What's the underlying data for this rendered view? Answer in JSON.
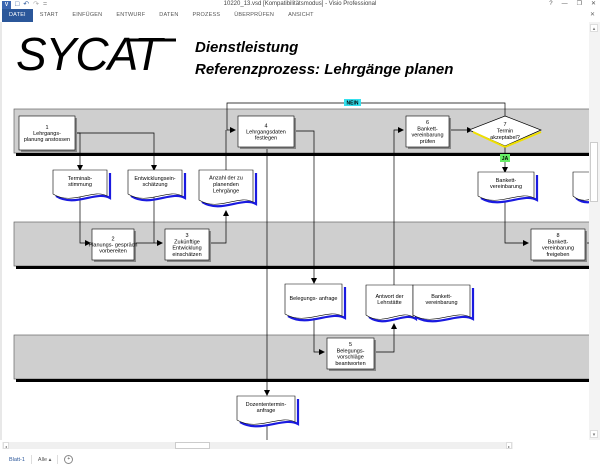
{
  "window": {
    "title": "10220_13.vsd [Kompatibilitätsmodus] - Visio Professional",
    "controls": [
      "?",
      "—",
      "❐",
      "✕"
    ],
    "ribbon_close": "✕"
  },
  "quick_access": [
    "visio-app-icon",
    "save-icon",
    "undo-icon",
    "redo-icon",
    "customize-icon"
  ],
  "ribbon_tabs": [
    "DATEI",
    "START",
    "EINFÜGEN",
    "ENTWURF",
    "DATEN",
    "PROZESS",
    "ÜBERPRÜFEN",
    "ANSICHT"
  ],
  "diagram": {
    "logo": "SYCAT",
    "title_line1": "Dienstleistung",
    "title_line2": "Referenzprozess: Lehrgänge planen",
    "labels": {
      "no": "NEIN",
      "yes": "JA"
    },
    "processes": [
      {
        "num": "1",
        "lines": [
          "Lehrgangs-",
          "planung anstossen"
        ]
      },
      {
        "num": "2",
        "lines": [
          "Planungs- gespräch",
          "vorbereiten"
        ]
      },
      {
        "num": "3",
        "lines": [
          "Zukünftige",
          "Entwicklung",
          "einschätzen"
        ]
      },
      {
        "num": "4",
        "lines": [
          "Lehrgangsdaten",
          "festlegen"
        ]
      },
      {
        "num": "5",
        "lines": [
          "Belegungs-",
          "vorschläge",
          "beantworten"
        ]
      },
      {
        "num": "6",
        "lines": [
          "Bankett-",
          "vereinbarung",
          "prüfen"
        ]
      },
      {
        "num": "8",
        "lines": [
          "Bankett-",
          "vereinbarung",
          "freigeben"
        ]
      }
    ],
    "decision": {
      "num": "7",
      "lines": [
        "Termin",
        "akzeptabel?"
      ]
    },
    "documents": [
      {
        "lines": [
          "Terminab-",
          "stimmung"
        ]
      },
      {
        "lines": [
          "Entwicklungsein-",
          "schätzung"
        ]
      },
      {
        "lines": [
          "Anzahl der  zu",
          "planenden",
          "Lehrgänge"
        ]
      },
      {
        "lines": [
          "Bankett-",
          "vereinbarung"
        ]
      },
      {
        "lines": [
          "B",
          "ver"
        ]
      },
      {
        "lines": [
          "Belegungs- anfrage"
        ]
      },
      {
        "lines": [
          "Antwort der",
          "Lehrstätte"
        ]
      },
      {
        "lines": [
          "Bankett-",
          "vereinbarung"
        ]
      },
      {
        "lines": [
          "Dozententermin-",
          "anfrage"
        ]
      }
    ]
  },
  "status": {
    "sheet": "Blatt-1",
    "all": "Alle ▴",
    "add": "+"
  }
}
